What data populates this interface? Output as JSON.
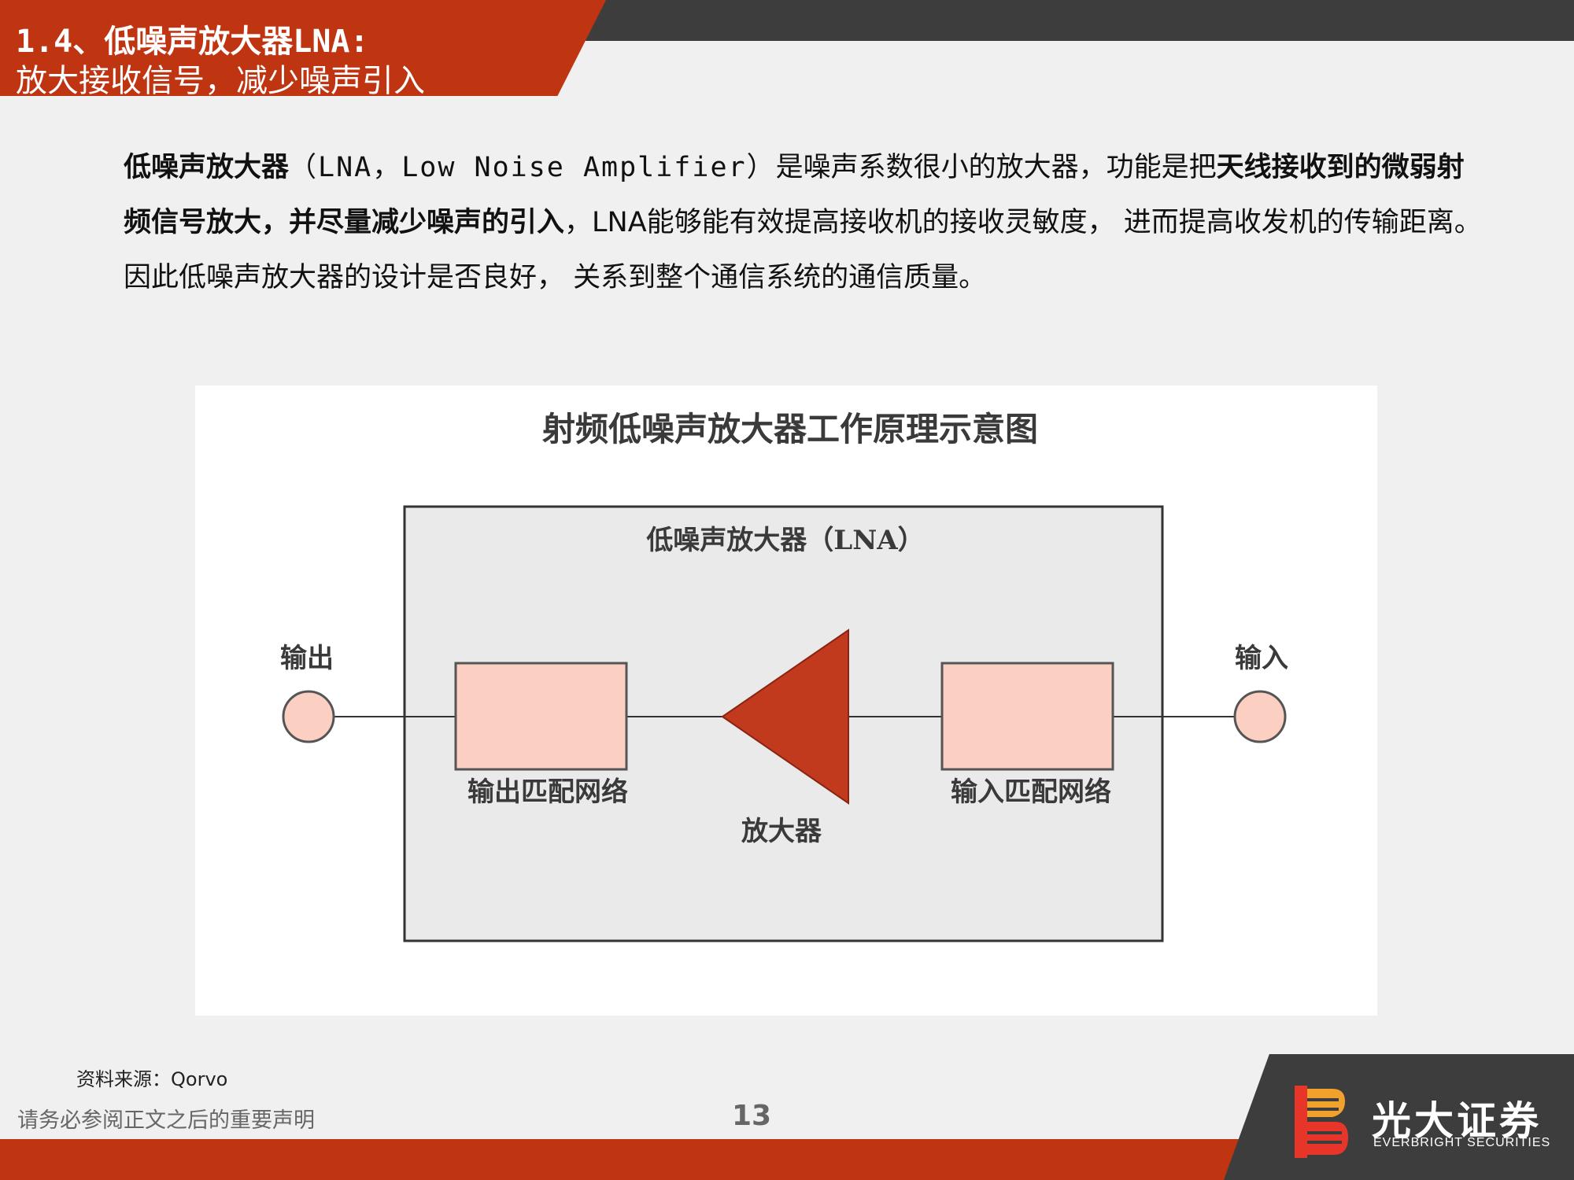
{
  "header": {
    "title_line1": "1.4、低噪声放大器LNA:",
    "title_line2": "放大接收信号，减少噪声引入"
  },
  "body": {
    "p1_bold": "低噪声放大器",
    "p1_paren": "（LNA，Low Noise Amplifier）",
    "p1_text": "是噪声系数很小的放大器，功能是把",
    "p1_bold2": "天线接收到的微弱射频信号放大，并尽量减少噪声的引入",
    "p1_text2": "，LNA能够能有效提高接收机的接收灵敏度， 进而提高收发机的传输距离。因此低噪声放大器的设计是否良好， 关系到整个通信系统的通信质量。"
  },
  "figure": {
    "title": "射频低噪声放大器工作原理示意图",
    "box_label": "低噪声放大器（LNA）",
    "output_label": "输出",
    "input_label": "输入",
    "output_match_label": "输出匹配网络",
    "input_match_label": "输入匹配网络",
    "amp_label": "放大器",
    "colors": {
      "box_fill": "#eaeaea",
      "block_fill": "#fbcfc2",
      "amp_fill": "#c23a1e"
    }
  },
  "footer": {
    "source": "资料来源：Qorvo",
    "disclaimer": "请务必参阅正文之后的重要声明",
    "page_number": "13",
    "logo_cn": "光大证券",
    "logo_en": "EVERBRIGHT SECURITIES"
  }
}
